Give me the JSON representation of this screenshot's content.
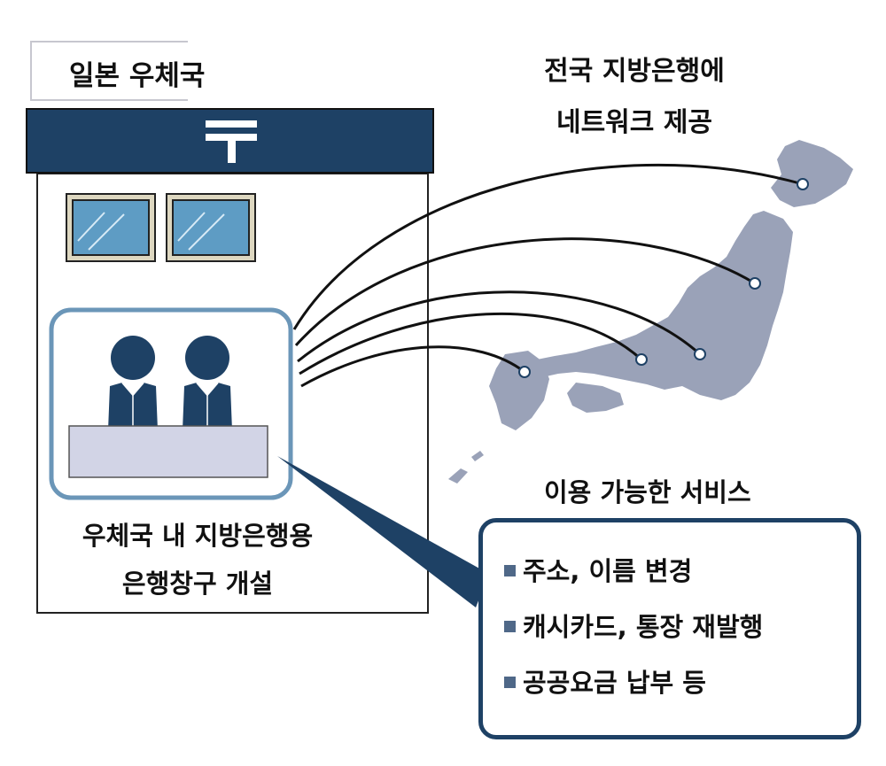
{
  "title": "일본 우체국",
  "network_label": [
    "전국 지방은행에",
    "네트워크 제공"
  ],
  "counter_label": [
    "우체국 내 지방은행용",
    "은행창구 개설"
  ],
  "services": {
    "title": "이용 가능한 서비스",
    "items": [
      "주소, 이름 변경",
      "캐시카드, 통장 재발행",
      "공공요금 납부 등"
    ]
  },
  "colors": {
    "navy": "#1e4165",
    "japan_map": "#9aa2b8",
    "counter_frame": "#6b96b8",
    "desk": "#d2d4e6",
    "window_glass": "#5e9cc4",
    "window_frame": "#ddd7c0",
    "bullet": "#4f6888"
  },
  "icons": {
    "post_mark": "japan-post-mark-icon",
    "staff": "staff-person-icon"
  }
}
